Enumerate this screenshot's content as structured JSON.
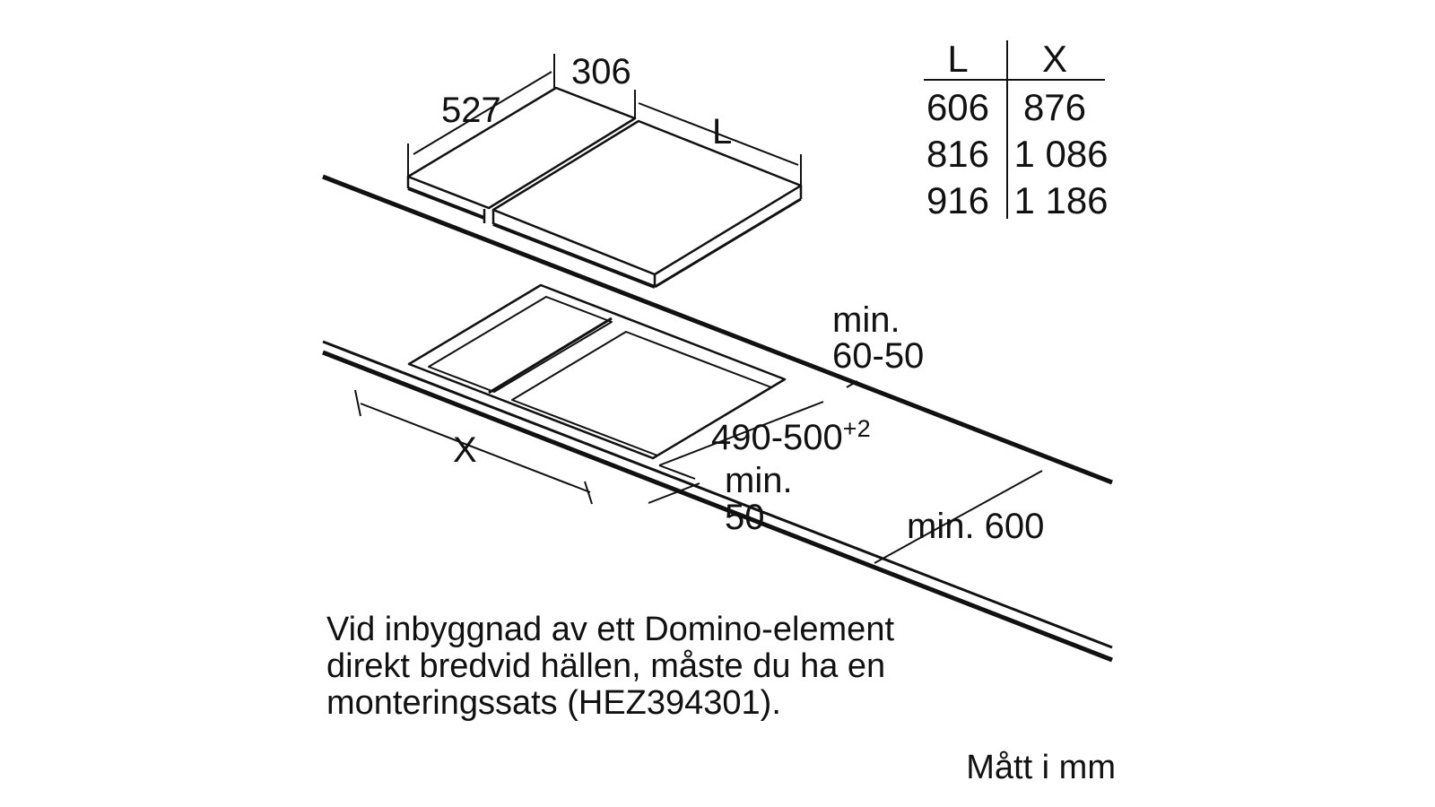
{
  "dimensions": {
    "depth": "527",
    "width_small": "306",
    "width_L": "L",
    "cutout_X": "X",
    "cutout_depth_main": "490-500",
    "cutout_depth_tolerance": "+2",
    "front_min_label": "min.",
    "front_min_value": "50",
    "back_min_label": "min.",
    "back_min_value": "60-50",
    "worktop_min": "min. 600"
  },
  "table": {
    "headers": [
      "L",
      "X"
    ],
    "rows": [
      [
        "606",
        "876"
      ],
      [
        "816",
        "1 086"
      ],
      [
        "916",
        "1 186"
      ]
    ]
  },
  "note": {
    "lines": [
      "Vid inbyggnad av ett Domino-element",
      "direkt bredvid hällen, måste du ha en",
      "monteringssats (HEZ394301)."
    ]
  },
  "units": "Mått i mm"
}
